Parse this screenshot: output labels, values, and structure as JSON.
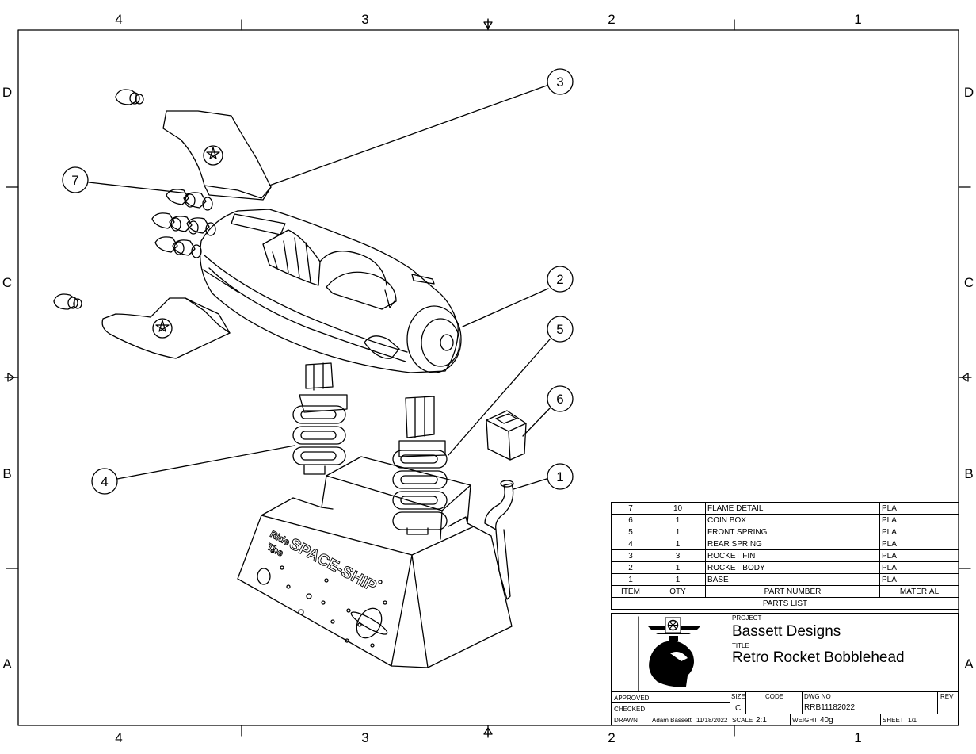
{
  "zones": {
    "columns": [
      "4",
      "3",
      "2",
      "1"
    ],
    "rows": [
      "D",
      "C",
      "B",
      "A"
    ]
  },
  "balloons": [
    {
      "number": "3"
    },
    {
      "number": "7"
    },
    {
      "number": "2"
    },
    {
      "number": "5"
    },
    {
      "number": "6"
    },
    {
      "number": "4"
    },
    {
      "number": "1"
    }
  ],
  "base_engraving": {
    "line1": "Ride",
    "line2": "The",
    "line3": "SPACE-SHIP"
  },
  "parts_list": {
    "title": "PARTS LIST",
    "headers": {
      "item": "ITEM",
      "qty": "QTY",
      "part_number": "PART NUMBER",
      "material": "MATERIAL"
    },
    "rows": [
      {
        "item": "7",
        "qty": "10",
        "part_number": "FLAME DETAIL",
        "material": "PLA"
      },
      {
        "item": "6",
        "qty": "1",
        "part_number": "COIN BOX",
        "material": "PLA"
      },
      {
        "item": "5",
        "qty": "1",
        "part_number": "FRONT SPRING",
        "material": "PLA"
      },
      {
        "item": "4",
        "qty": "1",
        "part_number": "REAR SPRING",
        "material": "PLA"
      },
      {
        "item": "3",
        "qty": "3",
        "part_number": "ROCKET FIN",
        "material": "PLA"
      },
      {
        "item": "2",
        "qty": "1",
        "part_number": "ROCKET BODY",
        "material": "PLA"
      },
      {
        "item": "1",
        "qty": "1",
        "part_number": "BASE",
        "material": "PLA"
      }
    ]
  },
  "title_block": {
    "project_label": "PROJECT",
    "project": "Bassett Designs",
    "title_label": "TITLE",
    "title": "Retro Rocket Bobblehead",
    "approved_label": "APPROVED",
    "checked_label": "CHECKED",
    "drawn_label": "DRAWN",
    "drawn_by": "Adam Bassett",
    "drawn_date": "11/18/2022",
    "size_label": "SIZE",
    "size": "C",
    "code_label": "CODE",
    "dwg_no_label": "DWG NO",
    "dwg_no": "RRB11182022",
    "rev_label": "REV",
    "scale_label": "SCALE",
    "scale": "2:1",
    "weight_label": "WEIGHT",
    "weight": "40g",
    "sheet_label": "SHEET",
    "sheet": "1/1"
  }
}
